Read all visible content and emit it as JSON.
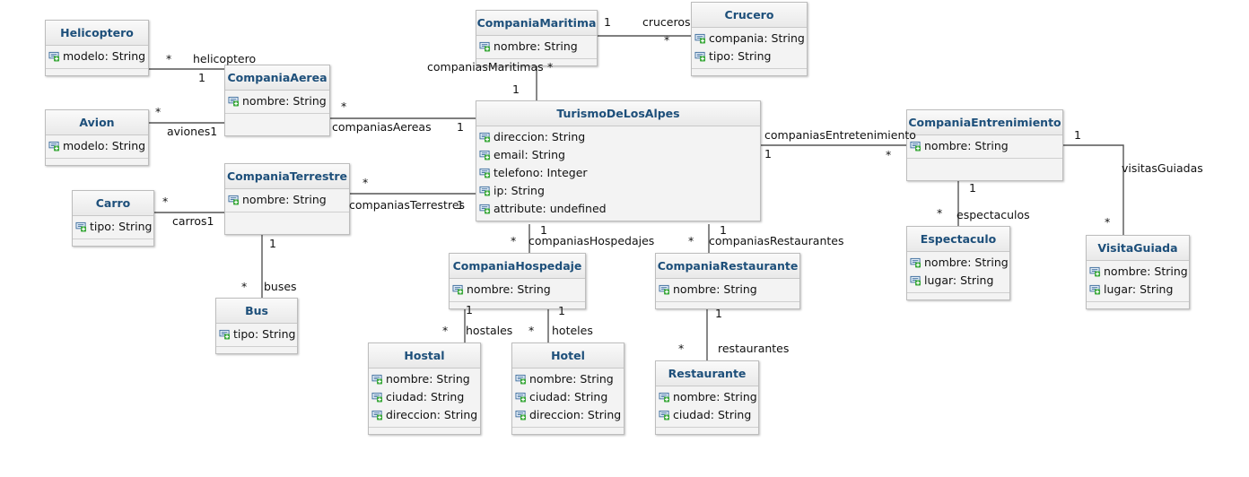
{
  "classes": {
    "helicoptero": {
      "name": "Helicoptero",
      "attrs": [
        "modelo: String"
      ]
    },
    "avion": {
      "name": "Avion",
      "attrs": [
        "modelo: String"
      ]
    },
    "carro": {
      "name": "Carro",
      "attrs": [
        "tipo: String"
      ]
    },
    "bus": {
      "name": "Bus",
      "attrs": [
        "tipo: String"
      ]
    },
    "companiaAerea": {
      "name": "CompaniaAerea",
      "attrs": [
        "nombre: String"
      ]
    },
    "companiaTerrestre": {
      "name": "CompaniaTerrestre",
      "attrs": [
        "nombre: String"
      ]
    },
    "companiaMaritima": {
      "name": "CompaniaMaritima",
      "attrs": [
        "nombre: String"
      ]
    },
    "crucero": {
      "name": "Crucero",
      "attrs": [
        "compania: String",
        "tipo: String"
      ]
    },
    "turismo": {
      "name": "TurismoDeLosAlpes",
      "attrs": [
        "direccion: String",
        "email: String",
        "telefono: Integer",
        "ip: String",
        "attribute: undefined"
      ]
    },
    "companiaEntretenimiento": {
      "name": "CompaniaEntrenimiento",
      "attrs": [
        "nombre: String"
      ]
    },
    "espectaculo": {
      "name": "Espectaculo",
      "attrs": [
        "nombre: String",
        "lugar: String"
      ]
    },
    "visitaGuiada": {
      "name": "VisitaGuiada",
      "attrs": [
        "nombre: String",
        "lugar: String"
      ]
    },
    "companiaHospedaje": {
      "name": "CompaniaHospedaje",
      "attrs": [
        "nombre: String"
      ]
    },
    "hostal": {
      "name": "Hostal",
      "attrs": [
        "nombre: String",
        "ciudad: String",
        "direccion: String"
      ]
    },
    "hotel": {
      "name": "Hotel",
      "attrs": [
        "nombre: String",
        "ciudad: String",
        "direccion: String"
      ]
    },
    "companiaRestaurante": {
      "name": "CompaniaRestaurante",
      "attrs": [
        "nombre: String"
      ]
    },
    "restaurante": {
      "name": "Restaurante",
      "attrs": [
        "nombre: String",
        "ciudad: String"
      ]
    }
  },
  "labels": {
    "heli_star": "*",
    "heli_role": "helicoptero",
    "heli_one": "1",
    "avion_star": "*",
    "avion_role": "aviones1",
    "aerea_star": "*",
    "aerea_role": "companiasAereas",
    "aerea_one": "1",
    "carro_star": "*",
    "carro_role": "carros1",
    "terr_star": "*",
    "terr_role": "companiasTerrestres",
    "terr_one": "1",
    "bus_one": "1",
    "bus_star": "*",
    "bus_role": "buses",
    "mar_role": "companiasMaritimas",
    "mar_star": "*",
    "mar_one": "1",
    "cru_one": "1",
    "cru_role": "cruceros",
    "cru_star": "*",
    "ent_role": "companiasEntretenimiento",
    "ent_one": "1",
    "ent_star": "*",
    "esp_one": "1",
    "esp_star": "*",
    "esp_role": "espectaculos",
    "vis_one": "1",
    "vis_role": "visitasGuiadas",
    "vis_star": "*",
    "hosp_one": "1",
    "hosp_star": "*",
    "hosp_role": "companiasHospedajes",
    "rest_one": "1",
    "rest_star": "*",
    "rest_role": "companiasRestaurantes",
    "hostal_one": "1",
    "hostal_star": "*",
    "hostal_role": "hostales",
    "hotel_one": "1",
    "hotel_star": "*",
    "hotel_role": "hoteles",
    "restaurante_one": "1",
    "restaurante_star": "*",
    "restaurante_role": "restaurantes"
  },
  "colors": {
    "title": "#1d4f7a",
    "line": "#555555",
    "box": "#f3f3f3"
  }
}
